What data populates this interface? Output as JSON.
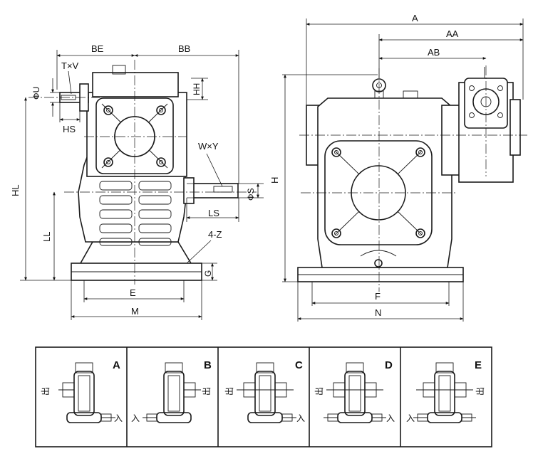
{
  "front_view": {
    "labels": {
      "be": "BE",
      "bb": "BB",
      "txv": "T×V",
      "phi_u": "ΦU",
      "hh": "HH",
      "hs": "HS",
      "hl": "HL",
      "wxy": "W×Y",
      "phi_s": "ΦS",
      "ls": "LS",
      "ll": "LL",
      "four_z": "4-Z",
      "g": "G",
      "e": "E",
      "m": "M"
    }
  },
  "side_view": {
    "labels": {
      "a": "A",
      "aa": "AA",
      "ab": "AB",
      "h": "H",
      "f": "F",
      "n": "N"
    }
  },
  "mounting_positions": [
    {
      "letter": "A",
      "out_text": "出",
      "in_text": "入"
    },
    {
      "letter": "B",
      "out_text": "出",
      "in_text": "入"
    },
    {
      "letter": "C",
      "out_text": "出",
      "in_text": "入"
    },
    {
      "letter": "D",
      "out_text": "出",
      "in_text": "入"
    },
    {
      "letter": "E",
      "out_text": "出",
      "in_text": "入"
    }
  ]
}
